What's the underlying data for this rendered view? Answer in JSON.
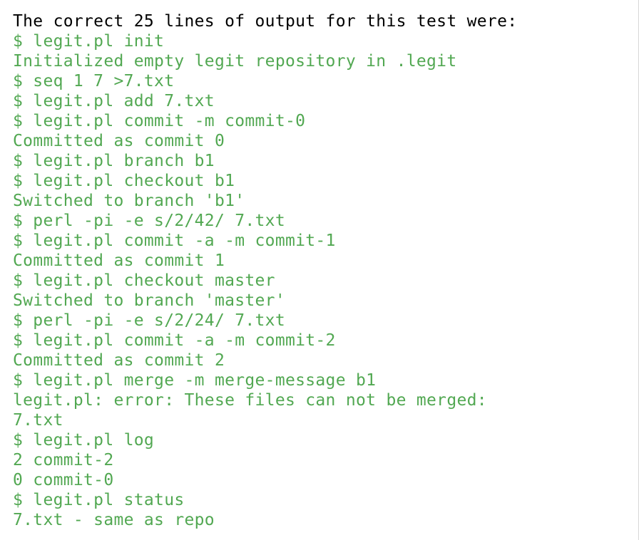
{
  "header": {
    "text": "The correct 25 lines of output for this test were:"
  },
  "colors": {
    "header": "#000000",
    "output": "#52a852",
    "background": "#ffffff"
  },
  "lines": [
    "$ legit.pl init",
    "Initialized empty legit repository in .legit",
    "$ seq 1 7 >7.txt",
    "$ legit.pl add 7.txt",
    "$ legit.pl commit -m commit-0",
    "Committed as commit 0",
    "$ legit.pl branch b1",
    "$ legit.pl checkout b1",
    "Switched to branch 'b1'",
    "$ perl -pi -e s/2/42/ 7.txt",
    "$ legit.pl commit -a -m commit-1",
    "Committed as commit 1",
    "$ legit.pl checkout master",
    "Switched to branch 'master'",
    "$ perl -pi -e s/2/24/ 7.txt",
    "$ legit.pl commit -a -m commit-2",
    "Committed as commit 2",
    "$ legit.pl merge -m merge-message b1",
    "legit.pl: error: These files can not be merged:",
    "7.txt",
    "$ legit.pl log",
    "2 commit-2",
    "0 commit-0",
    "$ legit.pl status",
    "7.txt - same as repo"
  ]
}
